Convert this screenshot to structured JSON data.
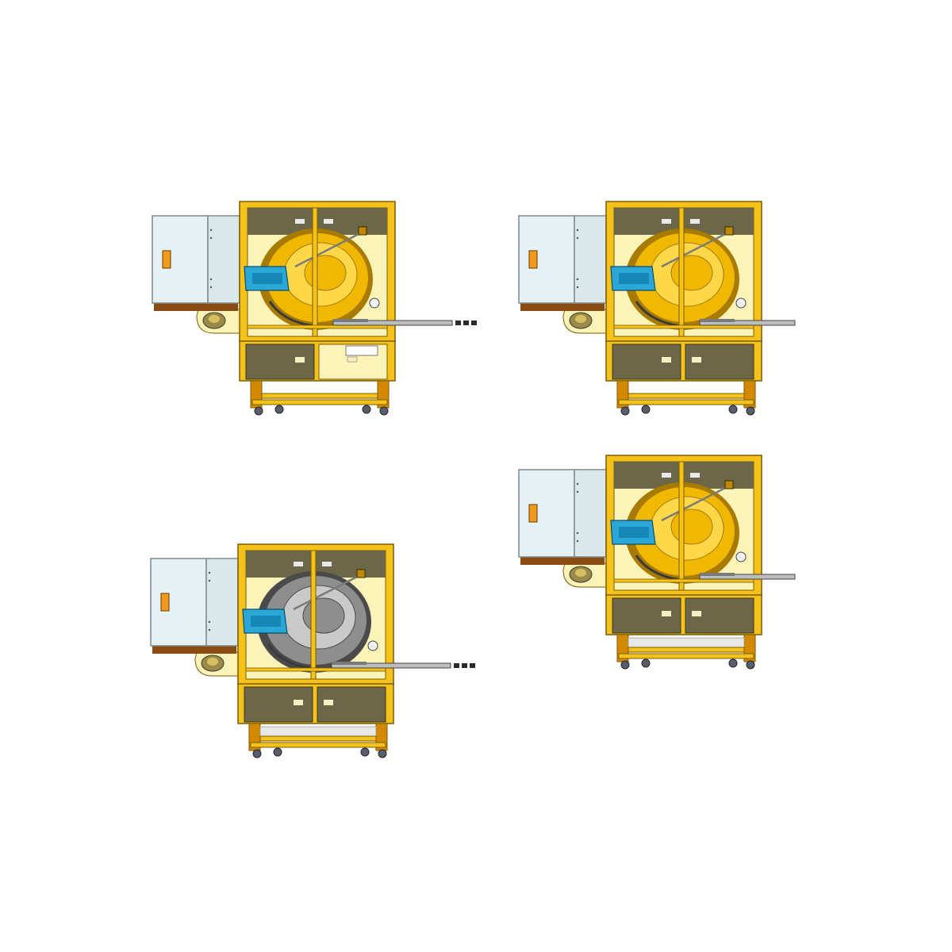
{
  "views": [
    {
      "id": "a",
      "bowl_finish": "gold",
      "lower_left_panel": "solid",
      "lower_right_panel": "open",
      "stretcher": "bar",
      "feed_track": "long"
    },
    {
      "id": "b",
      "bowl_finish": "gold",
      "lower_left_panel": "solid",
      "lower_right_panel": "solid",
      "stretcher": "bar",
      "feed_track": "short"
    },
    {
      "id": "c",
      "bowl_finish": "grey",
      "lower_left_panel": "solid",
      "lower_right_panel": "solid",
      "stretcher": "plate",
      "feed_track": "long"
    },
    {
      "id": "d",
      "bowl_finish": "gold",
      "lower_left_panel": "solid",
      "lower_right_panel": "solid",
      "stretcher": "plate",
      "feed_track": "short"
    }
  ],
  "colors": {
    "frame": "#f5c21a",
    "frame_edge": "#7a5c00",
    "panel_olive": "#6b6748",
    "inner_tint": "#fbf3b8",
    "cabinet": "#e6f1f3",
    "cabinet_edge": "#7d8a8c",
    "cabinet_base": "#8a4b12",
    "chute_blue": "#2aa7d6",
    "bowl_gold": "#f0b800",
    "bowl_grey": "#8e8e8e",
    "latch_orange": "#f39a1e",
    "wheel": "#5a5d6a"
  }
}
